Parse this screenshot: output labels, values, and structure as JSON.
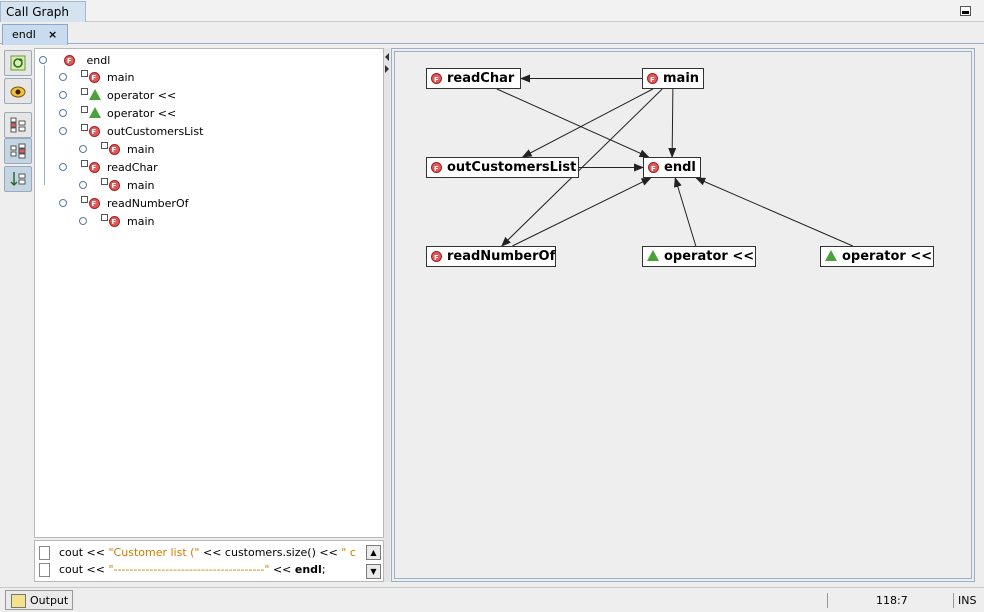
{
  "window": {
    "title": "Call Graph"
  },
  "doc_tab": {
    "label": "endl",
    "close": "×"
  },
  "toolbar": {
    "items": [
      {
        "icon": "refresh-graph-icon"
      },
      {
        "icon": "eye-icon"
      },
      {
        "icon": "callers-tree-icon"
      },
      {
        "icon": "callees-tree-icon"
      },
      {
        "icon": "sort-icon"
      }
    ]
  },
  "tree": {
    "root": "endl",
    "children": [
      {
        "label": "main",
        "icon": "function-icon"
      },
      {
        "label": "operator <<",
        "icon": "operator-icon"
      },
      {
        "label": "operator <<",
        "icon": "operator-icon"
      },
      {
        "label": "outCustomersList",
        "icon": "function-icon",
        "child": "main"
      },
      {
        "label": "readChar",
        "icon": "function-icon",
        "child": "main"
      },
      {
        "label": "readNumberOf",
        "icon": "function-icon",
        "child": "main"
      }
    ]
  },
  "code": {
    "line1": {
      "a": "cout << ",
      "s": "\"Customer list (\"",
      "b": " << customers.size() << ",
      "s2": "\" c"
    },
    "line2": {
      "a": "cout << ",
      "s": "\"--------------------------------------\"",
      "b": " << ",
      "k": "endl",
      "c": ";"
    }
  },
  "graph": {
    "nodes": [
      {
        "id": "readChar",
        "label": "readChar",
        "icon": "function-icon"
      },
      {
        "id": "main",
        "label": "main",
        "icon": "function-icon"
      },
      {
        "id": "outCustomersList",
        "label": "outCustomersList",
        "icon": "function-icon"
      },
      {
        "id": "endl",
        "label": "endl",
        "icon": "function-icon"
      },
      {
        "id": "readNumberOf",
        "label": "readNumberOf",
        "icon": "function-icon"
      },
      {
        "id": "op1",
        "label": "operator <<",
        "icon": "operator-icon"
      },
      {
        "id": "op2",
        "label": "operator <<",
        "icon": "operator-icon"
      }
    ],
    "edges": [
      {
        "from": "main",
        "to": "readChar"
      },
      {
        "from": "main",
        "to": "endl"
      },
      {
        "from": "main",
        "to": "outCustomersList"
      },
      {
        "from": "main",
        "to": "readNumberOf"
      },
      {
        "from": "readChar",
        "to": "endl"
      },
      {
        "from": "outCustomersList",
        "to": "endl"
      },
      {
        "from": "readNumberOf",
        "to": "endl"
      },
      {
        "from": "op1",
        "to": "endl"
      },
      {
        "from": "op2",
        "to": "endl"
      }
    ]
  },
  "status": {
    "output_label": "Output",
    "position": "118:7",
    "mode": "INS"
  }
}
